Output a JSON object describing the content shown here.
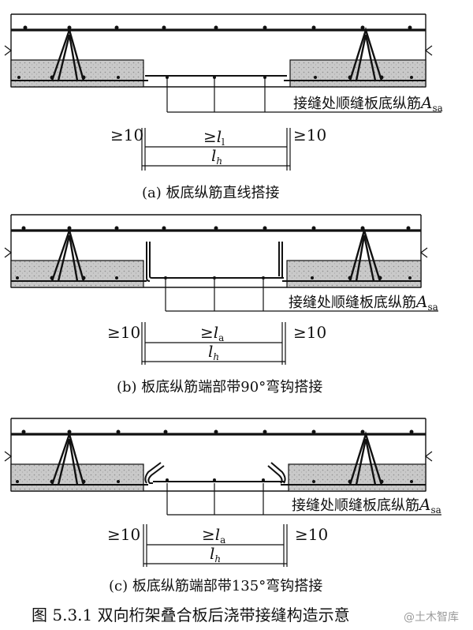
{
  "panels": [
    {
      "id": "a",
      "note": "接缝处顺缝板底纵筋",
      "note_sym": "A",
      "note_sub": "sa",
      "ge_left": "≥10",
      "ge_right": "≥10",
      "lap_prefix": "≥",
      "lap_sym": "l",
      "lap_sub": "l",
      "h_sym": "l",
      "h_sub": "h",
      "caption": "(a) 板底纵筋直线搭接"
    },
    {
      "id": "b",
      "note": "接缝处顺缝板底纵筋",
      "note_sym": "A",
      "note_sub": "sa",
      "ge_left": "≥10",
      "ge_right": "≥10",
      "lap_prefix": "≥",
      "lap_sym": "l",
      "lap_sub": "a",
      "h_sym": "l",
      "h_sub": "h",
      "caption": "(b) 板底纵筋端部带90°弯钩搭接"
    },
    {
      "id": "c",
      "note": "接缝处顺缝板底纵筋",
      "note_sym": "A",
      "note_sub": "sa",
      "ge_left": "≥10",
      "ge_right": "≥10",
      "lap_prefix": "≥",
      "lap_sym": "l",
      "lap_sub": "a",
      "h_sym": "l",
      "h_sub": "h",
      "caption": "(c) 板底纵筋端部带135°弯钩搭接"
    }
  ],
  "figure_title": "图 5.3.1   双向桁架叠合板后浇带接缝构造示意",
  "watermark": "@土木智库"
}
